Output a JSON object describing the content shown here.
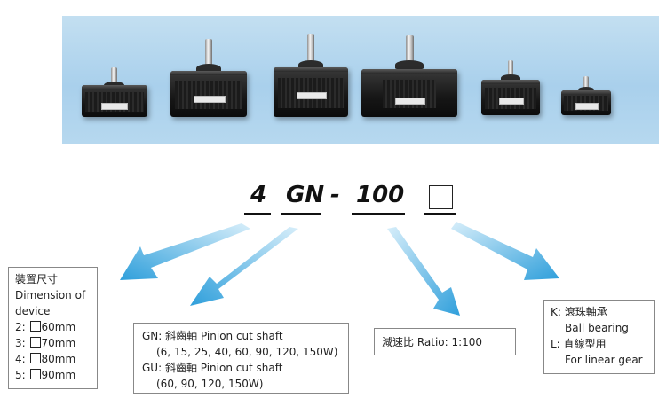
{
  "banner": {
    "products": [
      {
        "name": "gear-head-1"
      },
      {
        "name": "gear-head-2"
      },
      {
        "name": "gear-head-3"
      },
      {
        "name": "gear-head-4"
      },
      {
        "name": "gear-head-5"
      },
      {
        "name": "gear-head-6"
      }
    ]
  },
  "model_code": {
    "size": "4",
    "type": "GN",
    "dash": "-",
    "ratio": "100",
    "bearing_placeholder": "□"
  },
  "callouts": {
    "dimension": {
      "title_cn": "裝置尺寸",
      "title_en_1": "Dimension of",
      "title_en_2": "device",
      "rows": [
        {
          "code": "2:",
          "size": "60mm"
        },
        {
          "code": "3:",
          "size": "70mm"
        },
        {
          "code": "4:",
          "size": "80mm"
        },
        {
          "code": "5:",
          "size": "90mm"
        }
      ]
    },
    "shaft": {
      "gn_label": "GN: 斜齒軸 Pinion cut shaft",
      "gn_values": "(6, 15, 25, 40, 60, 90, 120, 150W)",
      "gu_label": "GU: 斜齒軸 Pinion cut shaft",
      "gu_values": "(60, 90, 120, 150W)"
    },
    "ratio": {
      "text": "減速比 Ratio: 1:100"
    },
    "bearing": {
      "k_label": "K: 滾珠軸承",
      "k_en": "Ball bearing",
      "l_label": "L: 直線型用",
      "l_en": "For linear gear"
    }
  },
  "colors": {
    "arrow": "#3aa8e0",
    "banner": "#b3d6ee"
  }
}
